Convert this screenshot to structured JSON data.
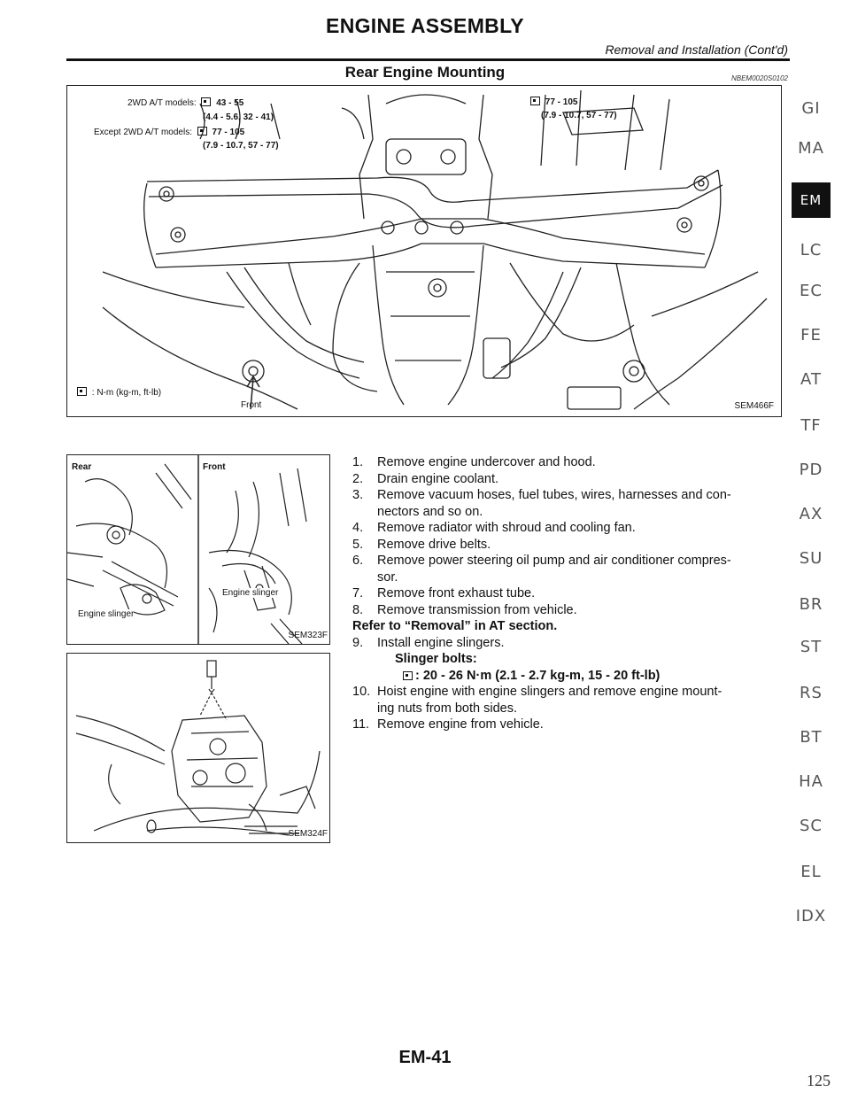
{
  "header": {
    "title": "ENGINE ASSEMBLY",
    "subtitle": "Removal and Installation (Cont'd)"
  },
  "section": {
    "title": "Rear Engine Mounting",
    "code": "NBEM0020S0102"
  },
  "figure_main": {
    "code": "SEM466F",
    "label_2wd": "2WD A/T models:",
    "val_2wd_1": "43 - 55",
    "val_2wd_2": "(4.4 - 5.6, 32 - 41)",
    "label_except": "Except 2WD A/T models:",
    "val_except_1": "77 - 105",
    "val_except_2": "(7.9 - 10.7, 57 - 77)",
    "val_right_1": "77 - 105",
    "val_right_2": "(7.9 - 10.7, 57 - 77)",
    "legend": ": N-m (kg-m, ft-lb)",
    "front": "Front"
  },
  "figure_slinger": {
    "code": "SEM323F",
    "rear": "Rear",
    "front": "Front",
    "slinger_left": "Engine slinger",
    "slinger_right": "Engine slinger"
  },
  "figure_hoist": {
    "code": "SEM324F"
  },
  "steps": [
    {
      "n": "1.",
      "text": "Remove engine undercover and hood."
    },
    {
      "n": "2.",
      "text": "Drain engine coolant."
    },
    {
      "n": "3.",
      "text": "Remove vacuum hoses, fuel tubes, wires, harnesses and con-",
      "cont": "nectors and so on."
    },
    {
      "n": "4.",
      "text": "Remove radiator with shroud and cooling fan."
    },
    {
      "n": "5.",
      "text": "Remove drive belts."
    },
    {
      "n": "6.",
      "text": "Remove power steering oil pump and air conditioner compres-",
      "cont": "sor."
    },
    {
      "n": "7.",
      "text": "Remove front exhaust tube."
    },
    {
      "n": "8.",
      "text": "Remove transmission from vehicle."
    }
  ],
  "note_refer": "Refer to “Removal” in AT section.",
  "steps2": [
    {
      "n": "9.",
      "text": "Install engine slingers."
    }
  ],
  "slinger_label": "Slinger bolts:",
  "slinger_torque": ": 20 - 26 N·m (2.1 - 2.7 kg-m, 15 - 20 ft-lb)",
  "steps3": [
    {
      "n": "10.",
      "text": "Hoist engine with engine slingers and remove engine mount-",
      "cont": "ing nuts from both sides."
    },
    {
      "n": "11.",
      "text": "Remove engine from vehicle."
    }
  ],
  "side_tabs": [
    "GI",
    "MA",
    "EM",
    "LC",
    "EC",
    "FE",
    "AT",
    "TF",
    "PD",
    "AX",
    "SU",
    "BR",
    "ST",
    "RS",
    "BT",
    "HA",
    "SC",
    "EL",
    "IDX"
  ],
  "active_tab": "EM",
  "footer": "EM-41",
  "page_number": "125"
}
